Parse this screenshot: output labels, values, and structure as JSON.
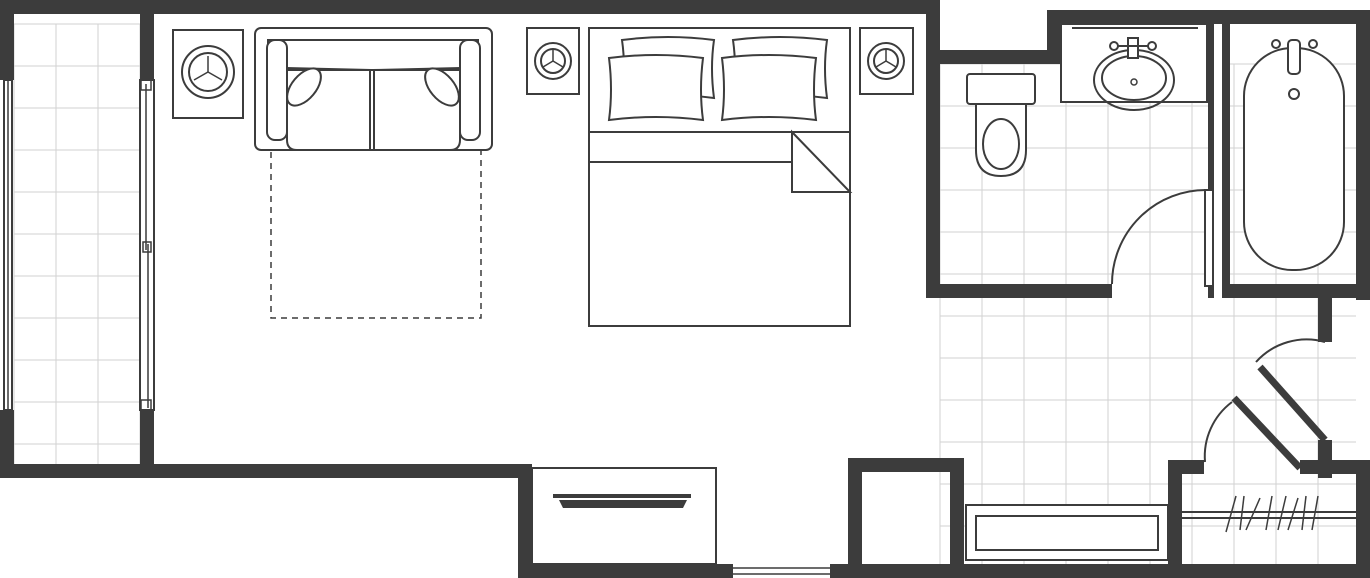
{
  "plan": {
    "type": "hotel room floor plan",
    "colors": {
      "wall": "#3c3c3c",
      "tile_grid": "#d2d2d2",
      "background": "#ffffff"
    },
    "spaces": [
      "balcony",
      "bedroom",
      "toilet-room",
      "bathtub-alcove",
      "entry-hall",
      "closet",
      "wardrobe"
    ],
    "furniture": [
      "sofa",
      "area-rug",
      "end-table-lamp-left",
      "nightstand-lamp-left",
      "nightstand-lamp-right",
      "bed",
      "pillows",
      "tv-dresser",
      "toilet",
      "vanity-sink",
      "bathtub",
      "luggage-bench",
      "hanging-rod"
    ]
  }
}
